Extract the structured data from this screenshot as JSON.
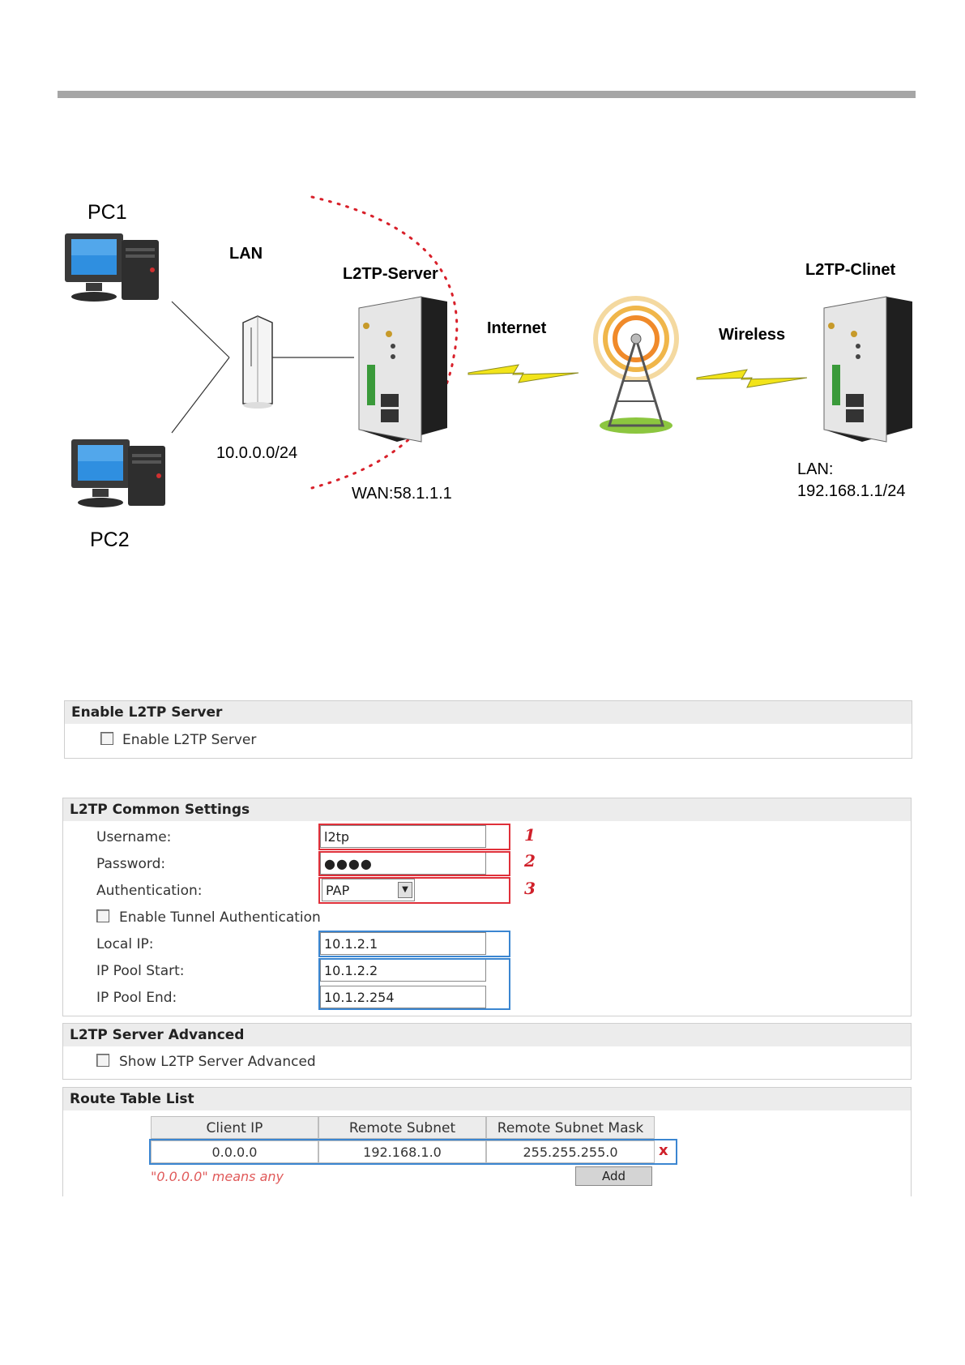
{
  "diagram": {
    "pc1_label": "PC1",
    "pc2_label": "PC2",
    "lan_label": "LAN",
    "lan_subnet": "10.0.0.0/24",
    "server_label": "L2TP-Server",
    "wan_label": "WAN:58.1.1.1",
    "internet_label": "Internet",
    "wireless_label": "Wireless",
    "client_label": "L2TP-Clinet",
    "client_lan_label": "LAN:",
    "client_lan_subnet": "192.168.1.1/24"
  },
  "enable_panel": {
    "title": "Enable L2TP Server",
    "checkbox_label": "Enable L2TP Server",
    "checked": false
  },
  "common_settings": {
    "title": "L2TP Common Settings",
    "username_label": "Username:",
    "username_value": "l2tp",
    "password_label": "Password:",
    "password_value": "●●●●",
    "auth_label": "Authentication:",
    "auth_value": "PAP",
    "tunnel_auth_label": "Enable Tunnel Authentication",
    "local_ip_label": "Local IP:",
    "local_ip_value": "10.1.2.1",
    "pool_start_label": "IP Pool Start:",
    "pool_start_value": "10.1.2.2",
    "pool_end_label": "IP Pool End:",
    "pool_end_value": "10.1.2.254",
    "markers": [
      "1",
      "2",
      "3"
    ]
  },
  "advanced": {
    "title": "L2TP Server Advanced",
    "checkbox_label": "Show L2TP Server Advanced"
  },
  "route_table": {
    "title": "Route Table List",
    "columns": [
      "Client IP",
      "Remote Subnet",
      "Remote Subnet Mask"
    ],
    "row": [
      "0.0.0.0",
      "192.168.1.0",
      "255.255.255.0"
    ],
    "delete_glyph": "x",
    "note": "\"0.0.0.0\" means any",
    "add_label": "Add"
  },
  "colors": {
    "highlight_red": "#e0303a",
    "highlight_blue": "#3b86d1",
    "rule_gray": "#a6a6a6"
  }
}
